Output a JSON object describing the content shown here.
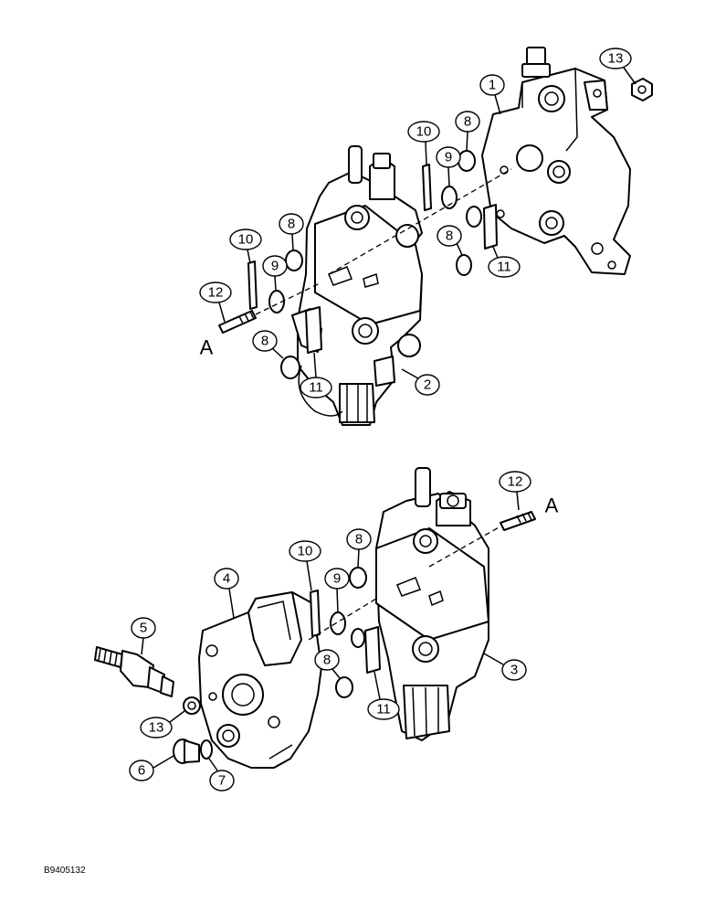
{
  "callouts": {
    "c1": "1",
    "c2": "2",
    "c3": "3",
    "c4": "4",
    "c5": "5",
    "c6": "6",
    "c7": "7",
    "c8a": "8",
    "c8b": "8",
    "c8c": "8",
    "c8d": "8",
    "c8e": "8",
    "c9a": "9",
    "c9b": "9",
    "c9c": "9",
    "c10a": "10",
    "c10b": "10",
    "c10c": "10",
    "c11a": "11",
    "c11b": "11",
    "c11c": "11",
    "c12a": "12",
    "c12b": "12",
    "c13a": "13",
    "c13b": "13"
  },
  "connectors": {
    "top": "A",
    "bottom": "A"
  },
  "drawing_code": "B9405132"
}
